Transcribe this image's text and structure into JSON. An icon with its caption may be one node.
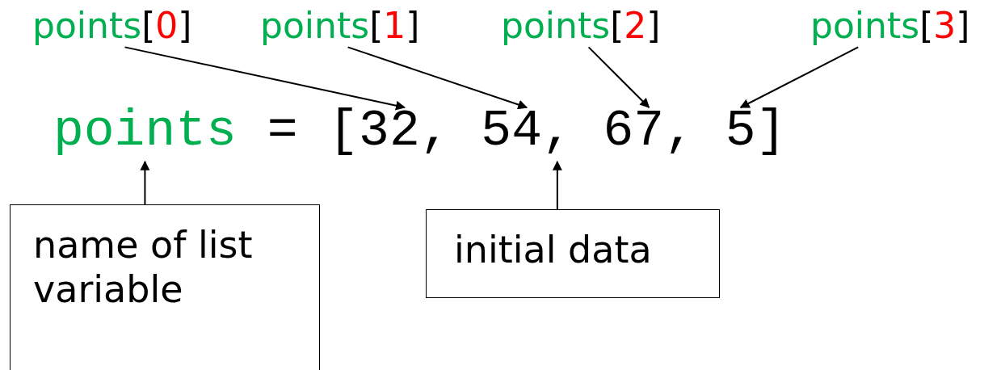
{
  "diagram": {
    "nodes": [
      {
        "text": [
          "points[0]"
        ]
      },
      {
        "text": [
          "points[1]"
        ]
      },
      {
        "text": [
          "points[2]"
        ]
      },
      {
        "text": [
          "points[3]"
        ]
      },
      {
        "text": [
          "points"
        ]
      },
      {
        "text": [
          "[",
          "]"
        ]
      },
      {
        "text": [
          "32,"
        ],
        "in": 5
      },
      {
        "text": [
          "54,"
        ],
        "in": 5
      },
      {
        "text": [
          "67,"
        ],
        "in": 5
      },
      {
        "text": [
          "5"
        ],
        "in": 5
      },
      {
        "text": [
          "name of list variable"
        ]
      },
      {
        "text": [
          "initial data"
        ]
      }
    ],
    "edges": [
      {
        "from": 0,
        "to": 6,
        "arrow": "to"
      },
      {
        "from": 1,
        "to": 7,
        "arrow": "to"
      },
      {
        "from": 2,
        "to": 8,
        "arrow": "to"
      },
      {
        "from": 3,
        "to": 9,
        "arrow": "to"
      },
      {
        "from": 10,
        "to": 4,
        "arrow": "to"
      },
      {
        "from": 11,
        "to": 5,
        "arrow": "to"
      }
    ],
    "labels": [
      "="
    ]
  }
}
